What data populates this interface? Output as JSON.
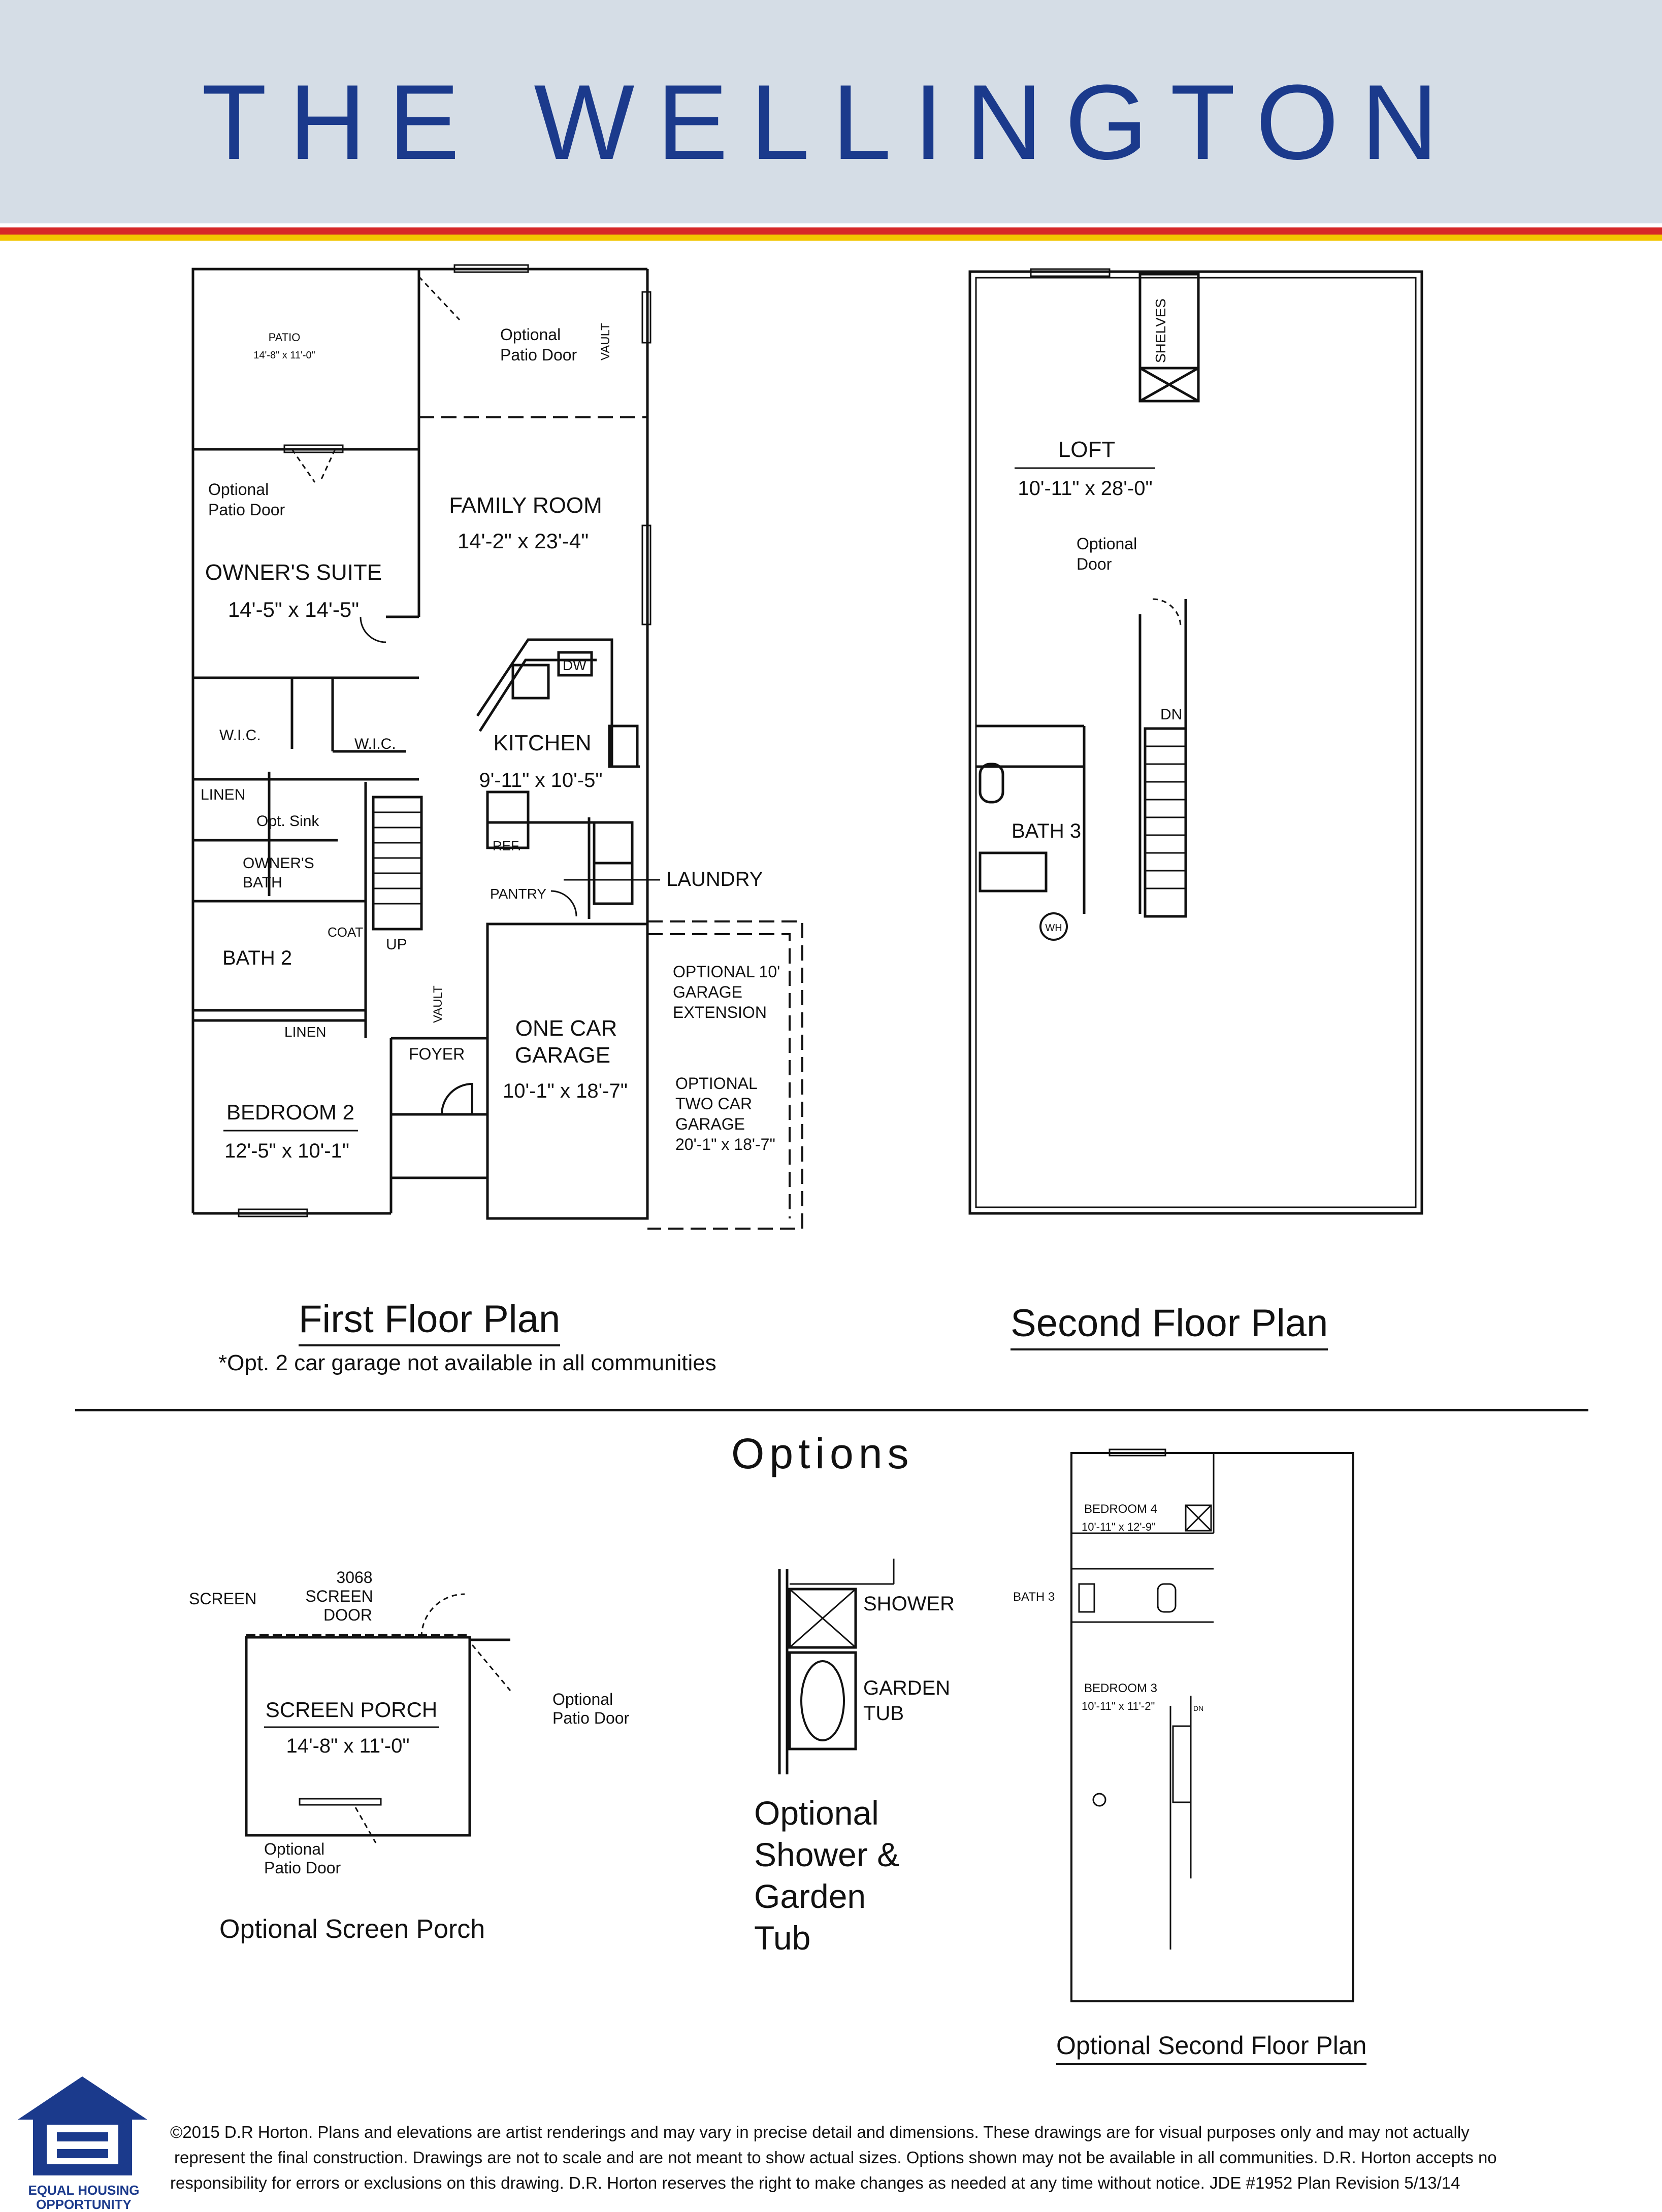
{
  "title": "THE WELLINGTON",
  "colors": {
    "title": "#1b3a8c",
    "banner": "#d5dde6",
    "stripe_red": "#d62828",
    "stripe_yellow": "#f2c500",
    "eho_blue": "#1b3a8c"
  },
  "first_floor": {
    "heading": "First Floor Plan",
    "note": "*Opt. 2 car garage not available in all communities",
    "labels": {
      "patio": "PATIO",
      "patio_dim": "14'-8\" x 11'-0\"",
      "optional": "Optional",
      "patio_door": "Patio Door",
      "vault": "VAULT",
      "family_room": "FAMILY ROOM",
      "family_room_dim": "14'-2\" x 23'-4\"",
      "owners_suite": "OWNER'S SUITE",
      "owners_suite_dim": "14'-5\" x 14'-5\"",
      "dw": "DW",
      "kitchen": "KITCHEN",
      "kitchen_dim": "9'-11\" x 10'-5\"",
      "wic": "W.I.C.",
      "linen": "LINEN",
      "opt_sink": "Opt. Sink",
      "ref": "REF.",
      "owners": "OWNER'S",
      "bath": "BATH",
      "pantry": "PANTRY",
      "laundry": "LAUNDRY",
      "coat": "COAT",
      "up": "UP",
      "bath2": "BATH 2",
      "optional_10_garage": [
        "OPTIONAL 10'",
        "GARAGE",
        "EXTENSION"
      ],
      "one_car": "ONE CAR",
      "garage": "GARAGE",
      "garage_dim": "10'-1\" x 18'-7\"",
      "foyer": "FOYER",
      "optional_two_car": [
        "OPTIONAL",
        "TWO CAR",
        "GARAGE",
        "20'-1\" x 18'-7\""
      ],
      "bedroom2": "BEDROOM 2",
      "bedroom2_dim": "12'-5\" x 10'-1\""
    }
  },
  "second_floor": {
    "heading": "Second Floor Plan",
    "labels": {
      "shelves": "SHELVES",
      "loft": "LOFT",
      "loft_dim": "10'-11\" x 28'-0\"",
      "optional_door": [
        "Optional",
        "Door"
      ],
      "dn": "DN",
      "bath3": "BATH 3",
      "wh": "WH"
    }
  },
  "options": {
    "title": "Options",
    "screen_porch": {
      "heading": "Optional Screen Porch",
      "screen": "SCREEN",
      "screen_door": [
        "3068",
        "SCREEN",
        "DOOR"
      ],
      "name": "SCREEN PORCH",
      "dim": "14'-8\" x 11'-0\"",
      "optional_patio_door": [
        "Optional",
        "Patio Door"
      ]
    },
    "shower_tub": {
      "heading": [
        "Optional",
        "Shower &",
        "Garden",
        "Tub"
      ],
      "shower": "SHOWER",
      "garden_tub": [
        "GARDEN",
        "TUB"
      ]
    },
    "second_floor_option": {
      "heading": "Optional Second Floor Plan",
      "bedroom4": "BEDROOM 4",
      "bedroom4_dim": "10'-11\" x 12'-9\"",
      "bath3": "BATH 3",
      "bedroom3": "BEDROOM 3",
      "bedroom3_dim": "10'-11\" x 11'-2\"",
      "dn": "DN"
    }
  },
  "equal_housing": [
    "EQUAL HOUSING",
    "OPPORTUNITY"
  ],
  "footer_lines": [
    "©2015 D.R Horton. Plans and elevations are artist renderings and may vary in precise detail and dimensions. These drawings are for visual purposes only and may not actually",
    "represent the final construction. Drawings are not to scale and are not meant to show actual sizes. Options shown may not be available in all communities. D.R. Horton accepts no",
    "responsibility for errors or exclusions on this drawing. D.R. Horton reserves the right to make changes as needed at any time without notice. JDE #1952 Plan Revision 5/13/14"
  ]
}
